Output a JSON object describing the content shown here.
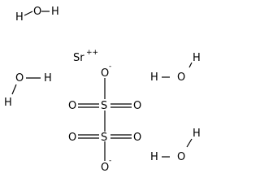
{
  "cation": {
    "symbol": "Sr",
    "charge": "++"
  },
  "anion": {
    "atoms": {
      "S_top": "S",
      "S_bottom": "S",
      "O_top_minus": "O",
      "O_top_left": "O",
      "O_top_right": "O",
      "O_bottom_left": "O",
      "O_bottom_right": "O",
      "O_bottom_minus": "O"
    },
    "charges": {
      "top": "-",
      "bottom": "-"
    }
  },
  "waters": [
    {
      "O": "O",
      "H1": "H",
      "H2": "H"
    },
    {
      "O": "O",
      "H1": "H",
      "H2": "H"
    },
    {
      "O": "O",
      "H1": "H",
      "H2": "H"
    },
    {
      "O": "O",
      "H1": "H",
      "H2": "H"
    }
  ]
}
